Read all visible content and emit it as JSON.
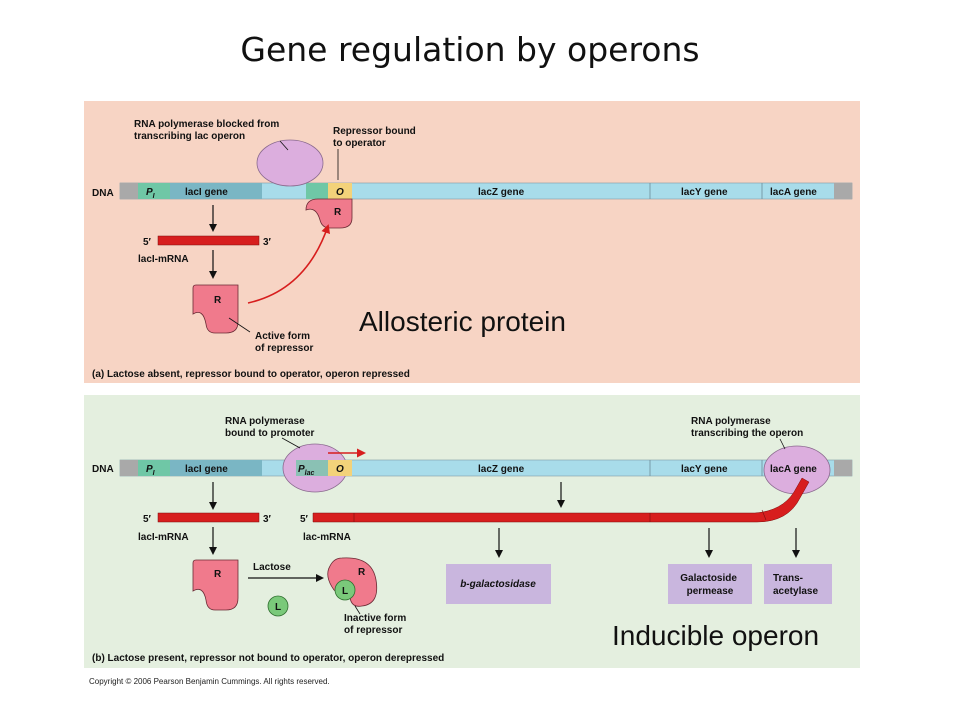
{
  "title": "Gene regulation by operons",
  "colors": {
    "panel_a_bg": "#f7d4c4",
    "panel_b_bg": "#e4efdf",
    "dna_strand": "#a8dcea",
    "promoter": "#6fc7a6",
    "laci_region": "#7ab6c4",
    "operator": "#f3d27a",
    "repressor": "#f07a8c",
    "polymerase": "#dcaede",
    "mrna": "#d71e1e",
    "enzyme_box": "#c9b6de",
    "inducer": "#7ac97a"
  },
  "panel_a": {
    "dna_label": "DNA",
    "promoter_label": "P",
    "promoter_sub": "I",
    "laci_gene": "lacI gene",
    "operator_label": "O",
    "lacz_gene": "lacZ gene",
    "lacy_gene": "lacY gene",
    "laca_gene": "lacA gene",
    "polymerase_note": [
      "RNA polymerase blocked from",
      "transcribing lac operon"
    ],
    "repressor_note": [
      "Repressor bound",
      "to operator"
    ],
    "repressor_letter": "R",
    "five_prime": "5′",
    "three_prime": "3′",
    "mrna_label": "lacI-mRNA",
    "active_note": [
      "Active form",
      "of repressor"
    ],
    "caption": "(a) Lactose absent, repressor bound to operator, operon repressed"
  },
  "panel_b": {
    "dna_label": "DNA",
    "promoter_label": "P",
    "promoter_sub": "I",
    "laci_gene": "lacI gene",
    "plac_label": "P",
    "plac_sub": "lac",
    "operator_label": "O",
    "lacz_gene": "lacZ gene",
    "lacy_gene": "lacY gene",
    "laca_gene": "lacA gene",
    "polymerase_promoter_note": [
      "RNA polymerase",
      "bound to promoter"
    ],
    "polymerase_transcribing_note": [
      "RNA polymerase",
      "transcribing the operon"
    ],
    "five_prime": "5′",
    "three_prime": "3′",
    "five_prime_lac": "5′",
    "laci_mrna_label": "lacI-mRNA",
    "lac_mrna_label": "lac-mRNA",
    "repressor_letter": "R",
    "lactose_label": "Lactose",
    "inducer_letter": "L",
    "inactive_note": [
      "Inactive form",
      "of repressor"
    ],
    "enzymes": [
      [
        "b-galactosidase"
      ],
      [
        "Galactoside",
        "permease"
      ],
      [
        "Trans-",
        "acetylase"
      ]
    ],
    "caption": "(b) Lactose present, repressor not bound to operator, operon derepressed"
  },
  "callouts": {
    "allosteric": "Allosteric protein",
    "inducible": "Inducible operon"
  },
  "copyright": "Copyright © 2006 Pearson Benjamin Cummings. All rights reserved."
}
